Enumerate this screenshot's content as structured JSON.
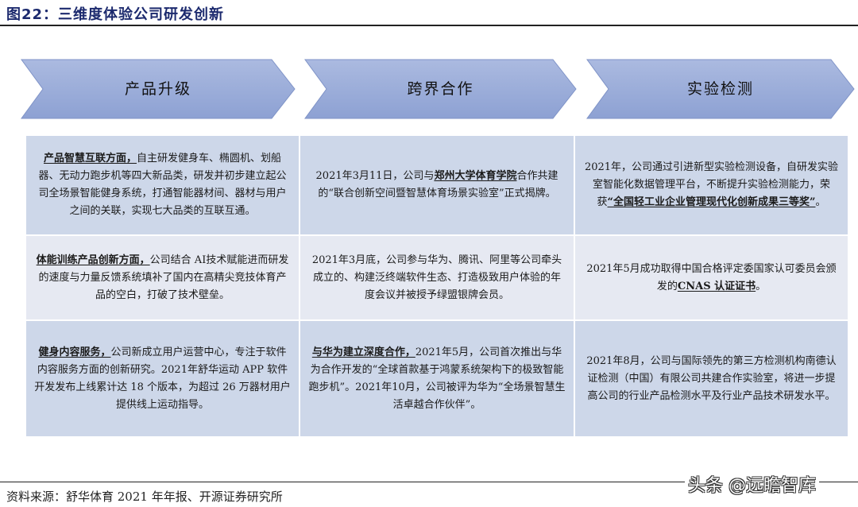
{
  "figure": {
    "title": "图22：三维度体验公司研发创新"
  },
  "headers": [
    {
      "label": "产品升级"
    },
    {
      "label": "跨界合作"
    },
    {
      "label": "实验检测"
    }
  ],
  "colors": {
    "arrow_fill_top": "#a9b8df",
    "arrow_fill_bottom": "#8ea2d4",
    "arrow_stroke": "#7f93c7",
    "row_dark": "#cdd7e9",
    "row_light": "#e6e9f2",
    "title_color": "#1c2a6e"
  },
  "rows": [
    {
      "cells": [
        {
          "lead": "产品智慧互联方面，",
          "text": "自主研发健身车、椭圆机、划船器、无动力跑步机等四大新品类，研发并初步建立起公司全场景智能健身系统，打通智能器材间、器材与用户之间的关联，实现七大品类的互联互通。"
        },
        {
          "pre": "2021年3月11日，公司与",
          "lead": "郑州大学体育学院",
          "text": "合作共建的“联合创新空间暨智慧体育场景实验室”正式揭牌。"
        },
        {
          "pre": "2021年，公司通过引进新型实验检测设备，自研发实验室智能化数据管理平台，不断提升实验检测能力，荣获",
          "lead": "“全国轻工业企业管理现代化创新成果三等奖”",
          "text": "。"
        }
      ]
    },
    {
      "cells": [
        {
          "lead": "体能训练产品创新方面，",
          "text": "公司结合 AI技术赋能进而研发的速度与力量反馈系统填补了国内在高精尖竞技体育产品的空白，打破了技术壁垒。"
        },
        {
          "pre": "",
          "lead": "",
          "text": "2021年3月底，公司参与华为、腾讯、阿里等公司牵头成立的、构建泛终端软件生态、打造极致用户体验的年度会议并被授予绿盟银牌会员。"
        },
        {
          "pre": "2021年5月成功取得中国合格评定委国家认可委员会颁发的",
          "lead": "CNAS 认证证书",
          "text": "。"
        }
      ]
    },
    {
      "cells": [
        {
          "lead": "健身内容服务，",
          "text": "公司新成立用户运营中心，专注于软件内容服务方面的创新研究。2021年舒华运动 APP 软件开发发布上线累计达 18 个版本，为超过 26 万器材用户提供线上运动指导。"
        },
        {
          "pre": "",
          "lead": "与华为建立深度合作，",
          "text": "2021年5月，公司首次推出与华为合作开发的“全球首款基于鸿蒙系统架构下的极致智能跑步机”。2021年10月，公司被评为华为“全场景智慧生活卓越合作伙伴”。"
        },
        {
          "pre": "",
          "lead": "",
          "text": "2021年8月，公司与国际领先的第三方检测机构南德认证检测（中国）有限公司共建合作实验室，将进一步提高公司的行业产品检测水平及行业产品技术研发水平。"
        }
      ]
    }
  ],
  "footer": {
    "source": "资料来源：舒华体育 2021 年年报、开源证券研究所",
    "watermark": "头条 @远瞻智库"
  }
}
